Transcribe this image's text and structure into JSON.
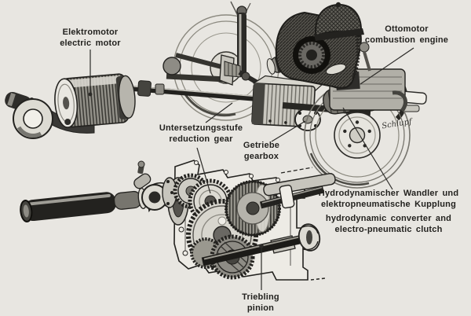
{
  "figure": {
    "type": "technical-illustration",
    "subject": "hybrid drivetrain cutaway drawing",
    "background": "#e8e6e1",
    "ink": "#23221f",
    "signature": "Schlupf"
  },
  "labels": {
    "electric_motor": {
      "de": "Elektromotor",
      "en": "electric motor"
    },
    "combustion_engine": {
      "de": "Ottomotor",
      "en": "combustion engine"
    },
    "reduction_gear": {
      "de": "Untersetzungsstufe",
      "en": "reduction gear"
    },
    "gearbox": {
      "de": "Getriebe",
      "en": "gearbox"
    },
    "converter_clutch": {
      "de_line1": "Hydrodynamischer Wandler und",
      "de_line2": "elektropneumatische Kupplung",
      "en_line1": "hydrodynamic converter and",
      "en_line2": "electro-pneumatic clutch"
    },
    "pinion": {
      "de": "Triebling",
      "en": "pinion"
    }
  }
}
